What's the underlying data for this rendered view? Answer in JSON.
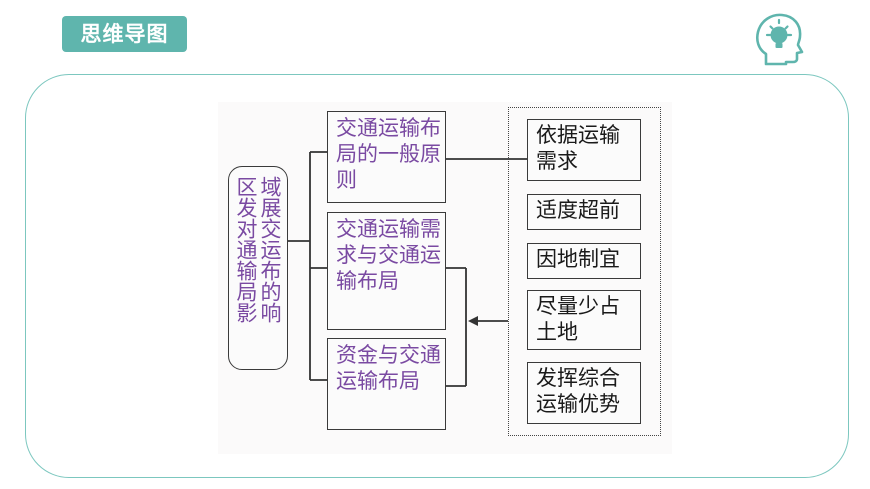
{
  "header": {
    "title": "思维导图"
  },
  "icons": {
    "head": "head-lightbulb-icon"
  },
  "colors": {
    "accent": "#5fb5ad",
    "frame": "#7cc7bf",
    "purple_text": "#7a4aa2"
  },
  "diagram": {
    "root": {
      "col1": "区发对通输局影",
      "col2": "域展交运布的响"
    },
    "middle": [
      {
        "text": "交通运输布局的一般原则"
      },
      {
        "text": "交通运输需求与交通运输布局"
      },
      {
        "text": "资金与交通运输布局"
      }
    ],
    "right": [
      {
        "text": "依据运输需求"
      },
      {
        "text": "适度超前"
      },
      {
        "text": "因地制宜"
      },
      {
        "text": "尽量少占土地"
      },
      {
        "text": "发挥综合运输优势"
      }
    ]
  }
}
